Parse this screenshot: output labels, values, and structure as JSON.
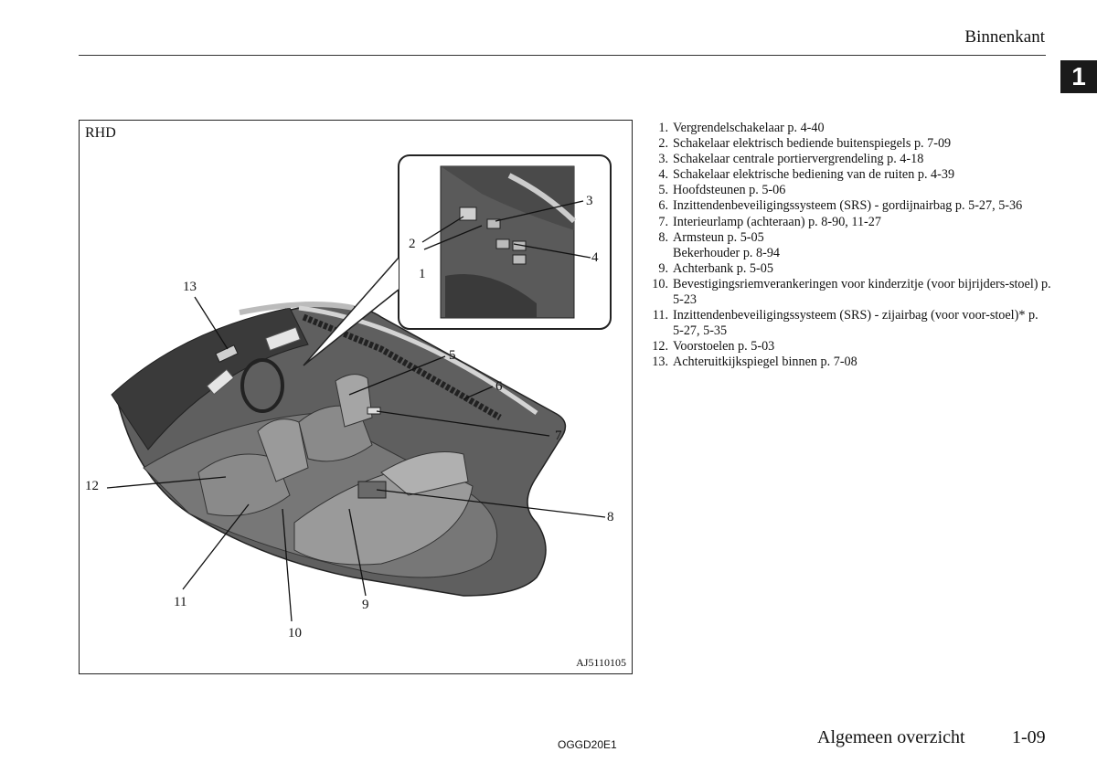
{
  "header": {
    "title": "Binnenkant",
    "chapter": "1"
  },
  "figure": {
    "region_label": "RHD",
    "code": "AJ5110105",
    "callouts": [
      "1",
      "2",
      "3",
      "4",
      "5",
      "6",
      "7",
      "8",
      "9",
      "10",
      "11",
      "12",
      "13"
    ]
  },
  "legend": [
    {
      "num": "1.",
      "text": "Vergrendelschakelaar p. 4-40"
    },
    {
      "num": "2.",
      "text": "Schakelaar elektrisch bediende buitenspiegels p. 7-09"
    },
    {
      "num": "3.",
      "text": "Schakelaar centrale portiervergrendeling p. 4-18"
    },
    {
      "num": "4.",
      "text": "Schakelaar elektrische bediening van de ruiten p. 4-39"
    },
    {
      "num": "5.",
      "text": "Hoofdsteunen p. 5-06"
    },
    {
      "num": "6.",
      "text": "Inzittendenbeveiligingssysteem (SRS) - gordijnairbag p. 5-27, 5-36"
    },
    {
      "num": "7.",
      "text": "Interieurlamp (achteraan) p. 8-90, 11-27"
    },
    {
      "num": "8.",
      "text": "Armsteun p. 5-05"
    },
    {
      "num": "",
      "text": "Bekerhouder p. 8-94"
    },
    {
      "num": "9.",
      "text": "Achterbank p. 5-05"
    },
    {
      "num": "10.",
      "text": "Bevestigingsriemverankeringen voor kinderzitje (voor bijrijders-stoel) p. 5-23"
    },
    {
      "num": "11.",
      "text": "Inzittendenbeveiligingssysteem (SRS) - zijairbag (voor voor-stoel)* p. 5-27, 5-35"
    },
    {
      "num": "12.",
      "text": "Voorstoelen p. 5-03"
    },
    {
      "num": "13.",
      "text": "Achteruitkijkspiegel binnen p. 7-08"
    }
  ],
  "footer": {
    "code": "OGGD20E1",
    "section": "Algemeen overzicht",
    "page": "1-09"
  }
}
